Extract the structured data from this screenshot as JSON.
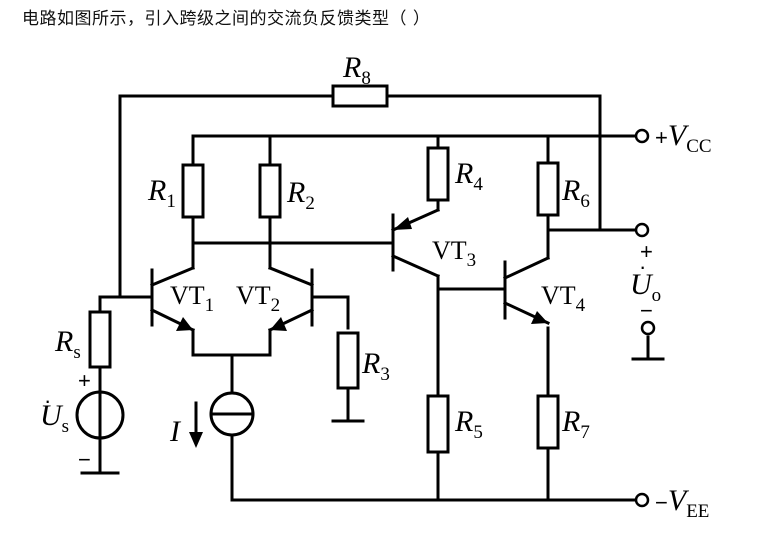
{
  "question": "电路如图所示，引入跨级之间的交流负反馈类型（ ）",
  "resistors": {
    "r8": {
      "main": "R",
      "sub": "8"
    },
    "r1": {
      "main": "R",
      "sub": "1"
    },
    "r2": {
      "main": "R",
      "sub": "2"
    },
    "r3": {
      "main": "R",
      "sub": "3"
    },
    "r4": {
      "main": "R",
      "sub": "4"
    },
    "r5": {
      "main": "R",
      "sub": "5"
    },
    "r6": {
      "main": "R",
      "sub": "6"
    },
    "r7": {
      "main": "R",
      "sub": "7"
    },
    "rs": {
      "main": "R",
      "sub": "s"
    }
  },
  "transistors": {
    "vt1": {
      "main": "VT",
      "sub": "1"
    },
    "vt2": {
      "main": "VT",
      "sub": "2"
    },
    "vt3": {
      "main": "VT",
      "sub": "3"
    },
    "vt4": {
      "main": "VT",
      "sub": "4"
    }
  },
  "supplies": {
    "vcc": {
      "prefix": "+",
      "main": "V",
      "sub": "CC"
    },
    "vee": {
      "prefix": "−",
      "main": "V",
      "sub": "EE"
    }
  },
  "source": {
    "main": "U",
    "sub": "s",
    "dot": "·",
    "plus": "+",
    "minus": "−"
  },
  "current_source": {
    "label": "I"
  },
  "output": {
    "main": "U",
    "sub": "o",
    "dot": "·",
    "plus": "+",
    "minus": "−"
  }
}
